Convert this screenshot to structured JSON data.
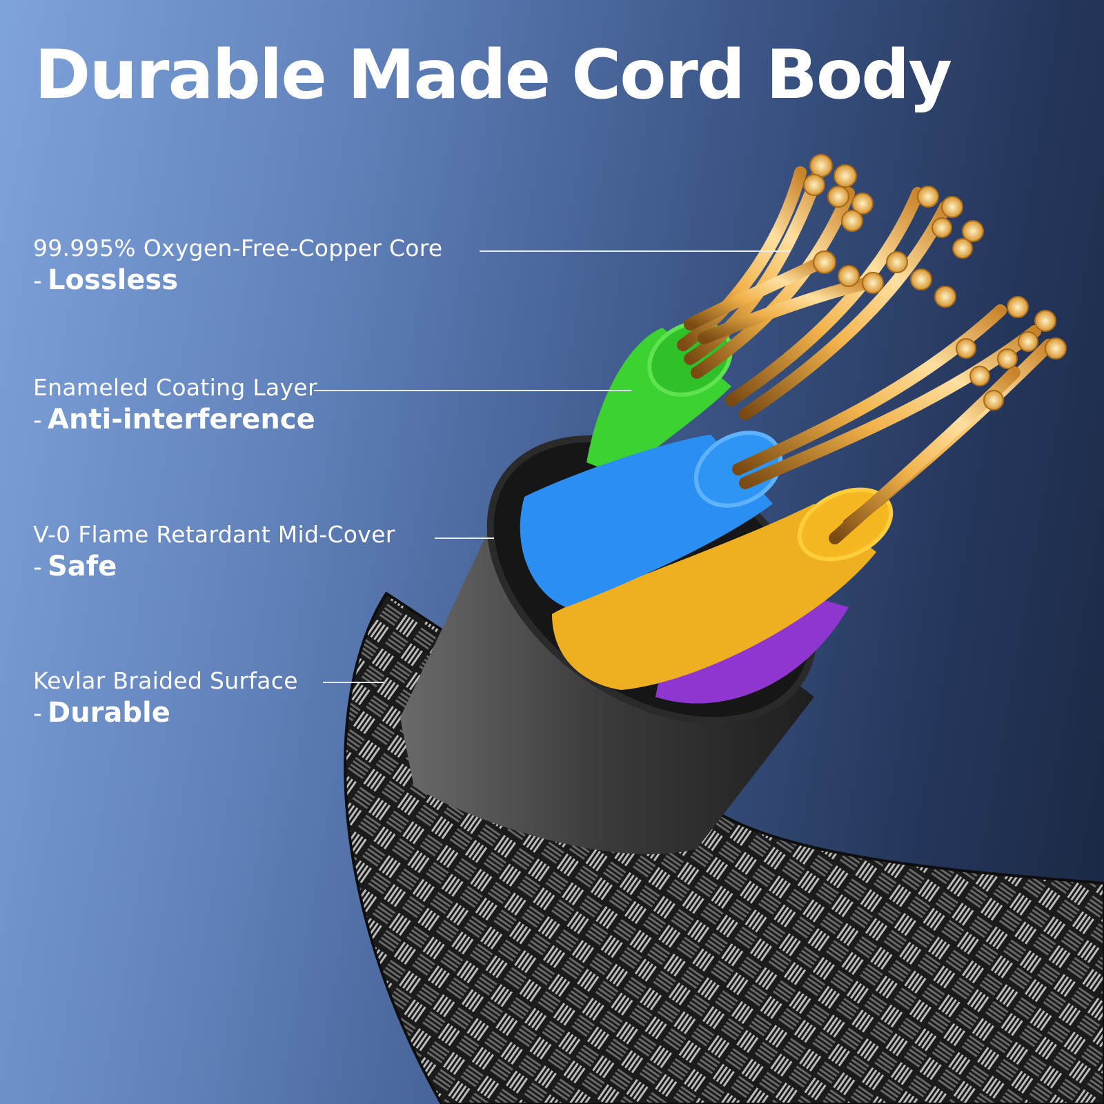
{
  "title": "Durable Made Cord Body",
  "callouts": [
    {
      "description": "99.995% Oxygen-Free-Copper Core",
      "dash": "-",
      "benefit": "Lossless"
    },
    {
      "description": "Enameled Coating Layer",
      "dash": "-",
      "benefit": "Anti-interference"
    },
    {
      "description": "V-0 Flame Retardant Mid-Cover",
      "dash": "-",
      "benefit": "Safe"
    },
    {
      "description": "Kevlar Braided Surface",
      "dash": "-",
      "benefit": "Durable"
    }
  ],
  "colors": {
    "background_light": "#7fa3dc",
    "background_dark": "#1a2640",
    "text": "#ffffff",
    "copper": "#e8a53a",
    "wire_green": "#3fcf3a",
    "wire_blue": "#2a8ef0",
    "wire_yellow": "#f0b626",
    "wire_purple": "#9b3fd8",
    "jacket": "#3a3a3a",
    "braid": "#1e1e1e"
  }
}
